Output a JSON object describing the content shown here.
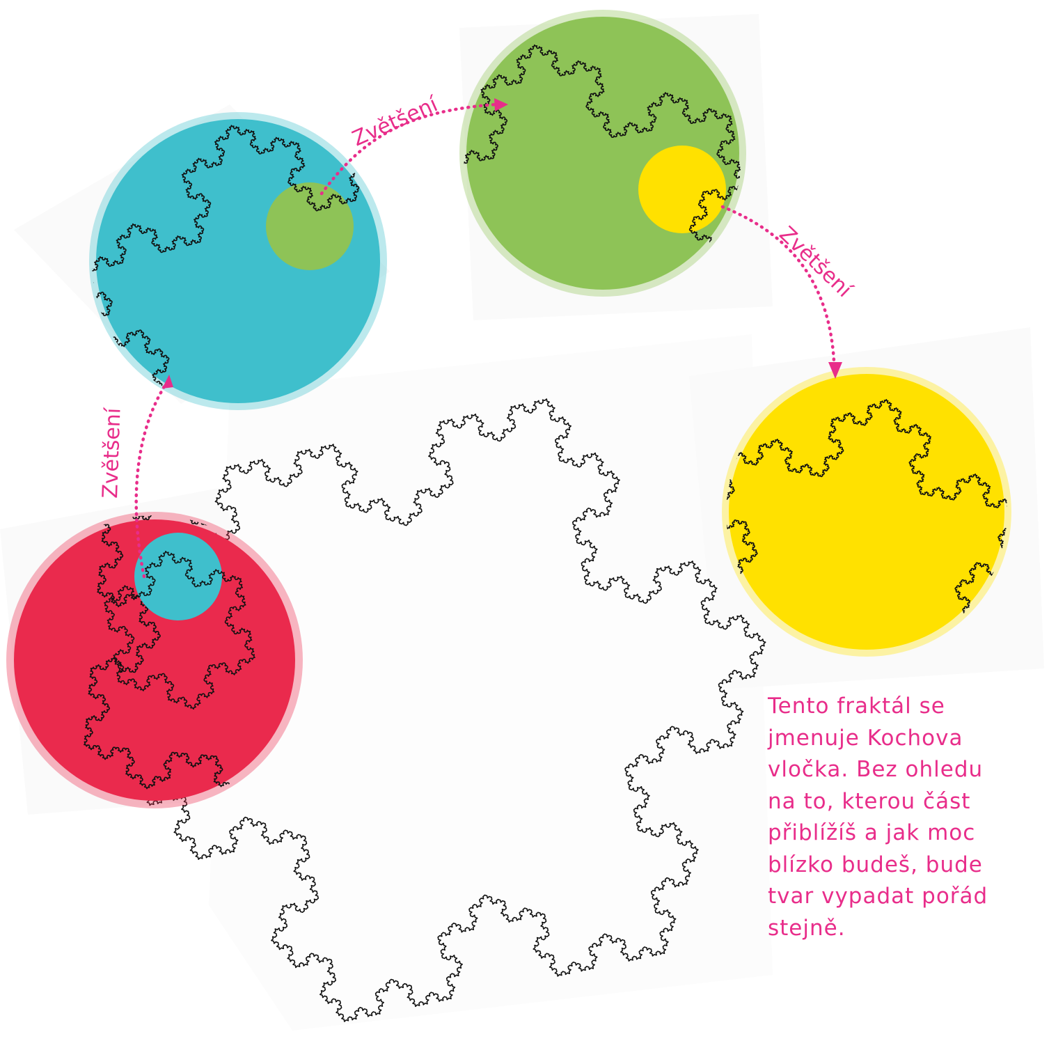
{
  "colors": {
    "red": "#ea2a4d",
    "blue": "#3fbfcc",
    "green": "#8ec357",
    "yellow": "#ffe100",
    "pink": "#e82d8a",
    "outline": "#111111",
    "paper": "#fdfdfd"
  },
  "labels": {
    "zoom_1": "Zvětšení",
    "zoom_2": "Zvětšení",
    "zoom_3": "Zvětšení"
  },
  "caption": "Tento fraktál se\njmenuje Kochova\nvločka. Bez ohledu\nna to, kterou část\npřiblížíš a jak moc\nblízko budeš, bude\ntvar vypadat pořád\nstejně.",
  "icons": [
    "koch-snowflake-icon",
    "arrow-head-icon"
  ]
}
